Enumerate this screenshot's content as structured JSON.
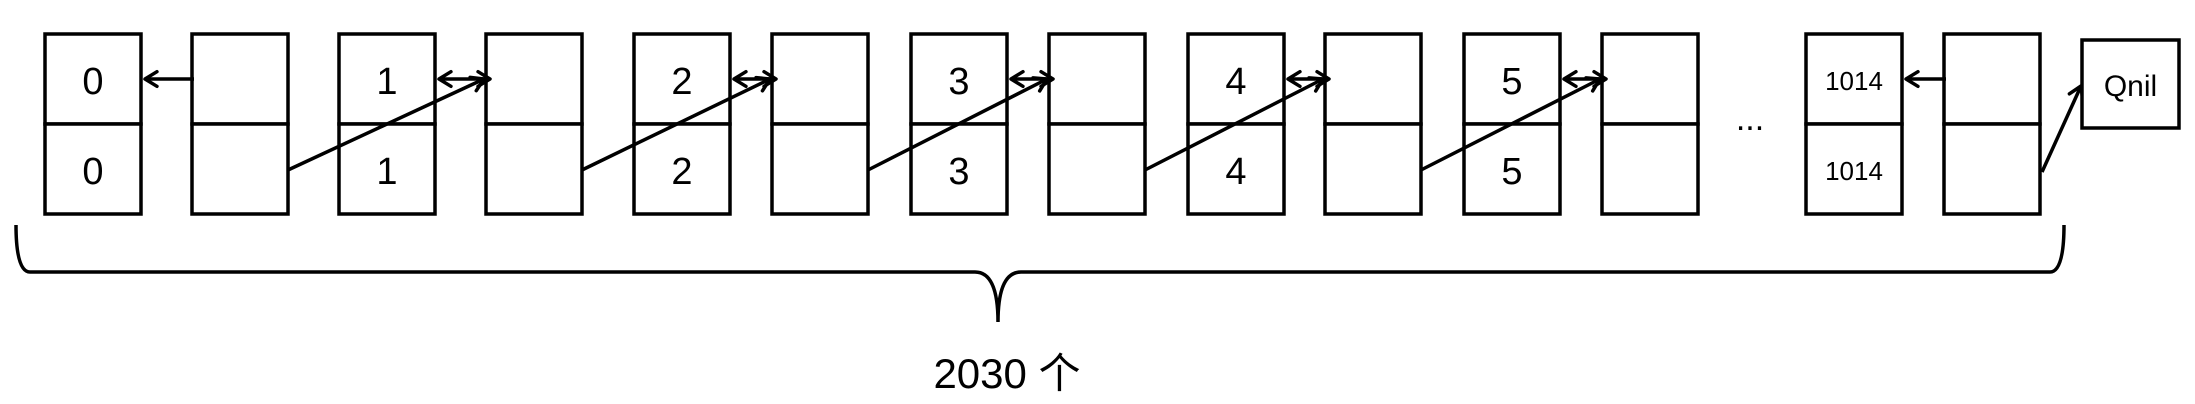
{
  "diagram": {
    "cells": [
      {
        "top": "0",
        "bottom": "0"
      },
      {
        "top": "",
        "bottom": ""
      },
      {
        "top": "1",
        "bottom": "1"
      },
      {
        "top": "",
        "bottom": ""
      },
      {
        "top": "2",
        "bottom": "2"
      },
      {
        "top": "",
        "bottom": ""
      },
      {
        "top": "3",
        "bottom": "3"
      },
      {
        "top": "",
        "bottom": ""
      },
      {
        "top": "4",
        "bottom": "4"
      },
      {
        "top": "",
        "bottom": ""
      },
      {
        "top": "5",
        "bottom": "5"
      },
      {
        "top": "",
        "bottom": ""
      },
      {
        "top": "1014",
        "bottom": "1014"
      },
      {
        "top": "",
        "bottom": ""
      }
    ],
    "ellipsis": "...",
    "terminal_label": "Qnil",
    "brace_label": "2030 个"
  }
}
